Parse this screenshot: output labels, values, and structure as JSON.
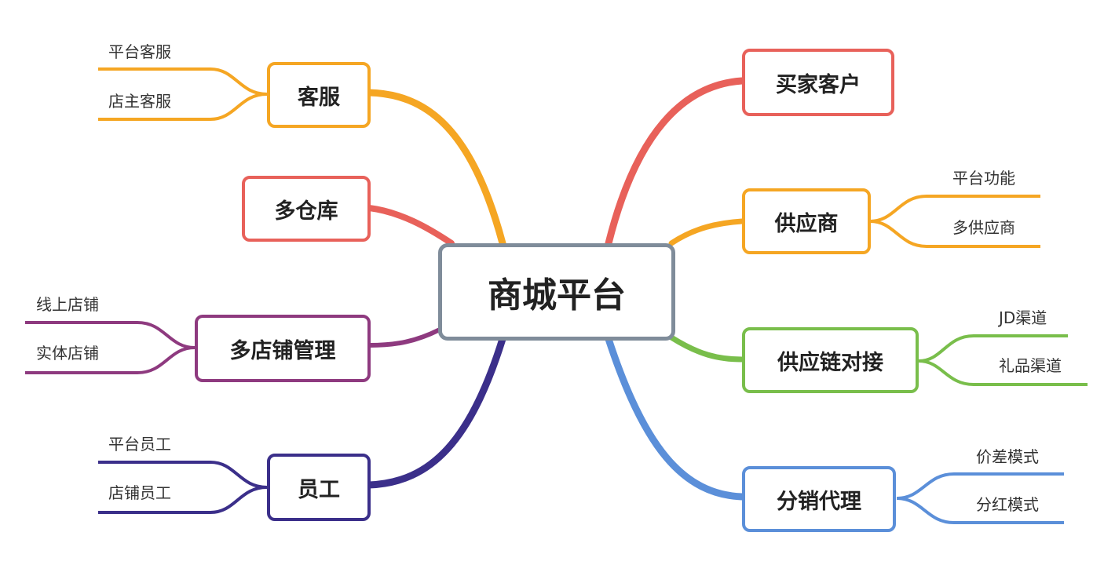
{
  "central": "商城平台",
  "colors": {
    "orange": "#f5a623",
    "red": "#e8615a",
    "purple": "#8e3a7f",
    "navy": "#3b2f8a",
    "green": "#79be4b",
    "blue": "#5b8fd9",
    "central_border": "#7f8c9a"
  },
  "branches": [
    {
      "label": "客服",
      "color": "orange",
      "children": [
        "平台客服",
        "店主客服"
      ]
    },
    {
      "label": "多仓库",
      "color": "red",
      "children": []
    },
    {
      "label": "多店铺管理",
      "color": "purple",
      "children": [
        "线上店铺",
        "实体店铺"
      ]
    },
    {
      "label": "员工",
      "color": "navy",
      "children": [
        "平台员工",
        "店铺员工"
      ]
    },
    {
      "label": "买家客户",
      "color": "red",
      "children": []
    },
    {
      "label": "供应商",
      "color": "orange",
      "children": [
        "平台功能",
        "多供应商"
      ]
    },
    {
      "label": "供应链对接",
      "color": "green",
      "children": [
        "JD渠道",
        "礼品渠道"
      ]
    },
    {
      "label": "分销代理",
      "color": "blue",
      "children": [
        "价差模式",
        "分红模式"
      ]
    }
  ]
}
